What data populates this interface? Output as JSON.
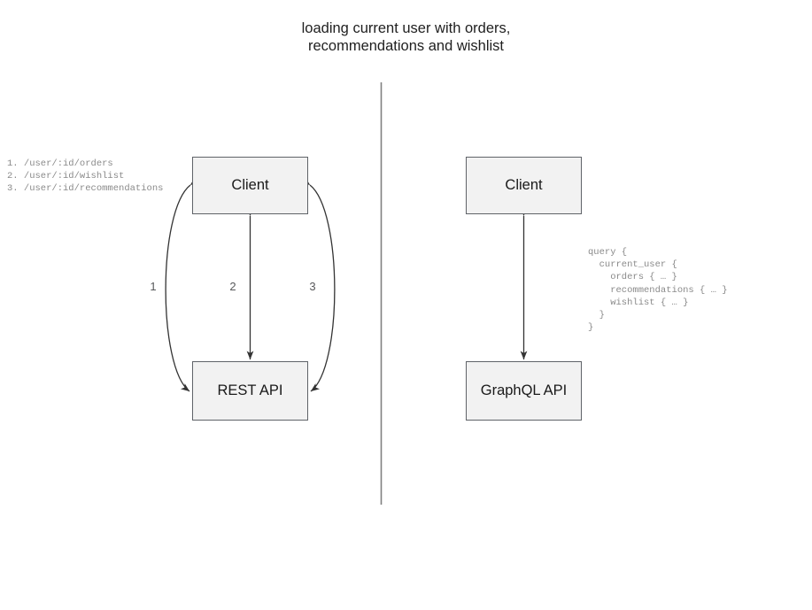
{
  "diagram": {
    "title": "loading current user with orders,\nrecommendations and wishlist",
    "divider_color": "#808080",
    "box_fill": "#f2f2f2",
    "box_border": "#5f6368",
    "edge_color": "#333333",
    "code_color": "#8a8a8a"
  },
  "rest_side": {
    "client_label": "Client",
    "api_label": "REST API",
    "endpoints": "1. /user/:id/orders\n2. /user/:id/wishlist\n3. /user/:id/recommendations",
    "edges": [
      {
        "number": "1",
        "style": "curve-left",
        "arrows": "both"
      },
      {
        "number": "2",
        "style": "straight",
        "arrows": "both"
      },
      {
        "number": "3",
        "style": "curve-right",
        "arrows": "both"
      }
    ]
  },
  "graphql_side": {
    "client_label": "Client",
    "api_label": "GraphQL API",
    "query": "query {\n  current_user {\n    orders { … }\n    recommendations { … }\n    wishlist { … }\n  }\n}",
    "edges": [
      {
        "style": "straight",
        "arrows": "both"
      }
    ]
  }
}
